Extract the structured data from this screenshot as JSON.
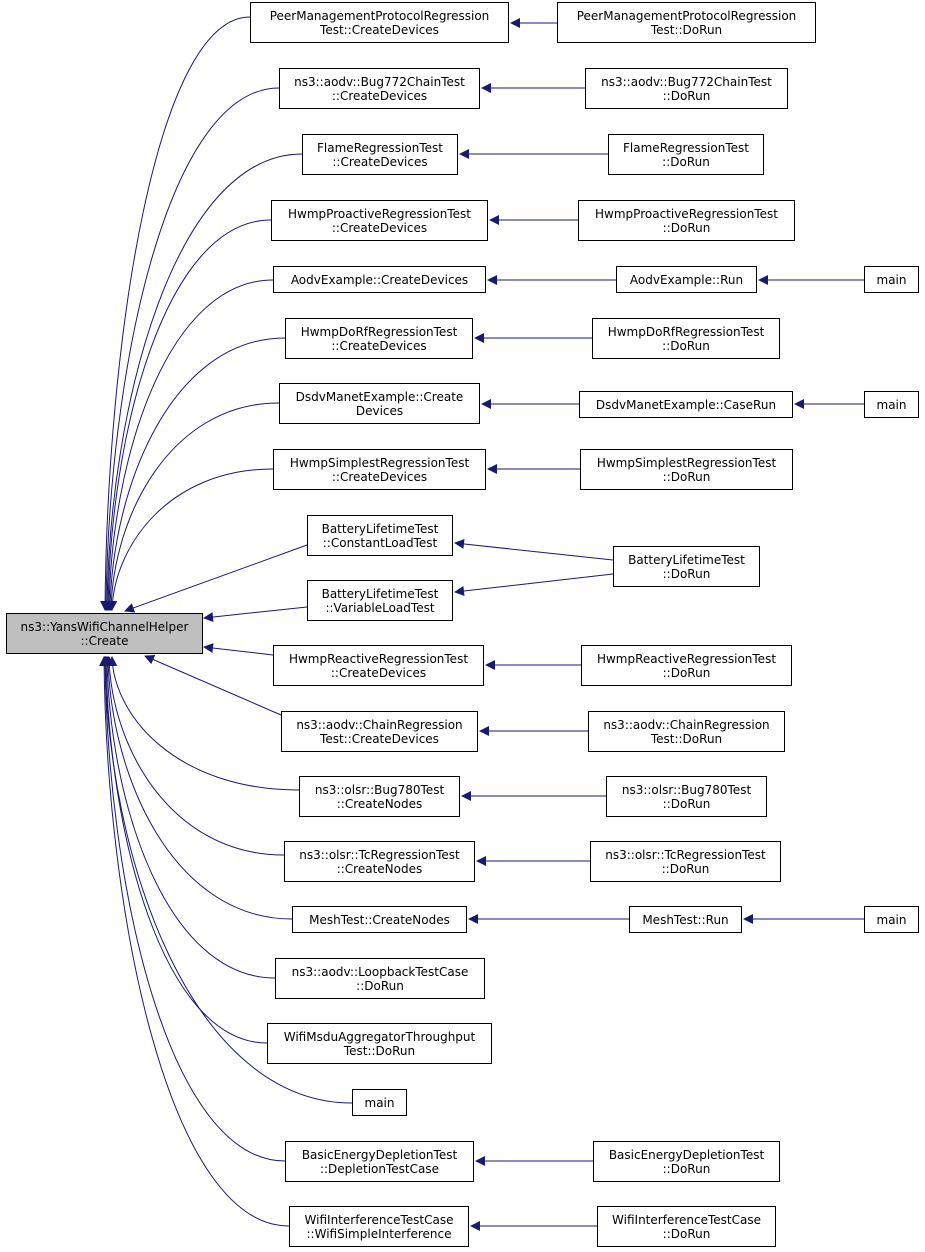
{
  "colors": {
    "edge": "#191970",
    "node_border": "#000000",
    "node_fill": "#ffffff",
    "root_fill": "#bfbfbf"
  },
  "root": {
    "label": "ns3::YansWifiChannelHelper\n::Create"
  },
  "callers": [
    {
      "label": "PeerManagementProtocolRegression\nTest::CreateDevices"
    },
    {
      "label": "ns3::aodv::Bug772ChainTest\n::CreateDevices"
    },
    {
      "label": "FlameRegressionTest\n::CreateDevices"
    },
    {
      "label": "HwmpProactiveRegressionTest\n::CreateDevices"
    },
    {
      "label": "AodvExample::CreateDevices"
    },
    {
      "label": "HwmpDoRfRegressionTest\n::CreateDevices"
    },
    {
      "label": "DsdvManetExample::Create\nDevices"
    },
    {
      "label": "HwmpSimplestRegressionTest\n::CreateDevices"
    },
    {
      "label": "BatteryLifetimeTest\n::ConstantLoadTest"
    },
    {
      "label": "BatteryLifetimeTest\n::VariableLoadTest"
    },
    {
      "label": "HwmpReactiveRegressionTest\n::CreateDevices"
    },
    {
      "label": "ns3::aodv::ChainRegression\nTest::CreateDevices"
    },
    {
      "label": "ns3::olsr::Bug780Test\n::CreateNodes"
    },
    {
      "label": "ns3::olsr::TcRegressionTest\n::CreateNodes"
    },
    {
      "label": "MeshTest::CreateNodes"
    },
    {
      "label": "ns3::aodv::LoopbackTestCase\n::DoRun"
    },
    {
      "label": "WifiMsduAggregatorThroughput\nTest::DoRun"
    },
    {
      "label": "main"
    },
    {
      "label": "BasicEnergyDepletionTest\n::DepletionTestCase"
    },
    {
      "label": "WifiInterferenceTestCase\n::WifiSimpleInterference"
    }
  ],
  "second_level": [
    {
      "label": "PeerManagementProtocolRegression\nTest::DoRun"
    },
    {
      "label": "ns3::aodv::Bug772ChainTest\n::DoRun"
    },
    {
      "label": "FlameRegressionTest\n::DoRun"
    },
    {
      "label": "HwmpProactiveRegressionTest\n::DoRun"
    },
    {
      "label": "AodvExample::Run"
    },
    {
      "label": "HwmpDoRfRegressionTest\n::DoRun"
    },
    {
      "label": "DsdvManetExample::CaseRun"
    },
    {
      "label": "HwmpSimplestRegressionTest\n::DoRun"
    },
    {
      "label": "BatteryLifetimeTest\n::DoRun"
    },
    {
      "label": "HwmpReactiveRegressionTest\n::DoRun"
    },
    {
      "label": "ns3::aodv::ChainRegression\nTest::DoRun"
    },
    {
      "label": "ns3::olsr::Bug780Test\n::DoRun"
    },
    {
      "label": "ns3::olsr::TcRegressionTest\n::DoRun"
    },
    {
      "label": "MeshTest::Run"
    },
    {
      "label": "BasicEnergyDepletionTest\n::DoRun"
    },
    {
      "label": "WifiInterferenceTestCase\n::DoRun"
    }
  ],
  "third_level": [
    {
      "label": "main"
    },
    {
      "label": "main"
    },
    {
      "label": "main"
    }
  ]
}
